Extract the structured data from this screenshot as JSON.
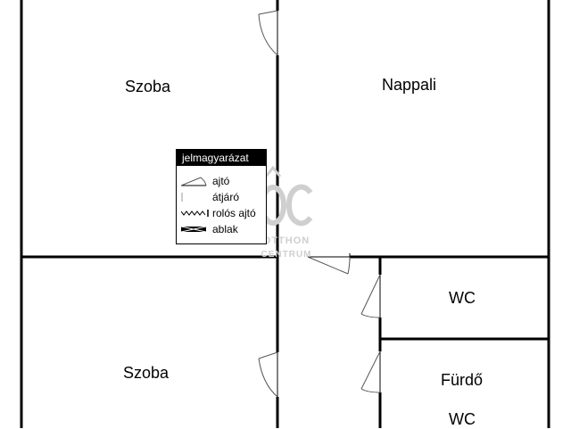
{
  "rooms": {
    "szoba_top": "Szoba",
    "nappali": "Nappali",
    "szoba_bottom": "Szoba",
    "wc_top": "WC",
    "furdo": "Fürdő",
    "wc_bottom": "WC"
  },
  "legend": {
    "title": "jelmagyarázat",
    "items": [
      {
        "label": "ajtó",
        "icon": "door-icon"
      },
      {
        "label": "átjáró",
        "icon": "passage-icon"
      },
      {
        "label": "rolós ajtó",
        "icon": "roller-door-icon"
      },
      {
        "label": "ablak",
        "icon": "window-icon"
      }
    ]
  },
  "watermark": {
    "logo": "ÔC",
    "line1": "OTTHON",
    "line2": "CENTRUM"
  },
  "colors": {
    "wall": "#000000",
    "door_line": "#555555",
    "watermark": "#cfcfcf"
  }
}
